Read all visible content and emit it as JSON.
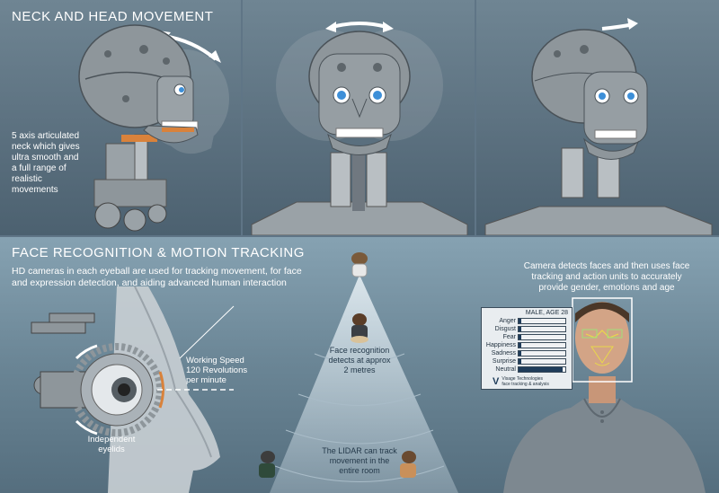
{
  "neck_section": {
    "title": "NECK AND HEAD MOVEMENT",
    "description_lines": [
      "5 axis articulated",
      "neck which gives",
      "ultra smooth and",
      "a full range of",
      "realistic",
      "movements"
    ]
  },
  "face_section": {
    "title": "FACE RECOGNITION & MOTION TRACKING",
    "intro_lines": [
      "HD cameras in each eyeball are used for tracking movement, for face",
      "and expression detection, and aiding advanced human interaction"
    ],
    "working_speed_lines": [
      "Working Speed",
      "120 Revolutions",
      "per minute"
    ],
    "eyelids_lines": [
      "Independent",
      "eyelids"
    ],
    "face_recognition_lines": [
      "Face recognition",
      "detects at approx",
      "2 metres"
    ],
    "lidar_lines": [
      "The LIDAR can track",
      "movement in the",
      "entire room"
    ],
    "camera_lines": [
      "Camera detects faces and then uses face",
      "tracking and action units to accurately",
      "provide gender, emotions and age"
    ]
  },
  "emotion_panel": {
    "header": "MALE, AGE 28",
    "emotions": [
      {
        "label": "Anger",
        "level": 0.05
      },
      {
        "label": "Disgust",
        "level": 0.05
      },
      {
        "label": "Fear",
        "level": 0.05
      },
      {
        "label": "Happiness",
        "level": 0.05
      },
      {
        "label": "Sadness",
        "level": 0.05
      },
      {
        "label": "Surprise",
        "level": 0.05
      },
      {
        "label": "Neutral",
        "level": 0.95
      }
    ],
    "brand_lines": [
      "Visage Technologies",
      "face tracking & analysis"
    ]
  },
  "colors": {
    "background": "#5f7586",
    "robot_grey": "#8e969b",
    "eye_blue": "#3d8fd8",
    "track_cone": "#d7e2e9",
    "accent_orange": "#d9823b"
  }
}
